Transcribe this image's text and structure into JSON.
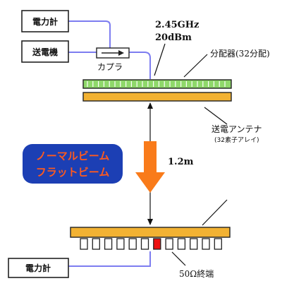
{
  "colors": {
    "cable": "#7d7df0",
    "panel_outline": "#222222",
    "splitter_fill": "#8fd86a",
    "splitter_tick": "#ffffff",
    "antenna_fill": "#f2b233",
    "banner_fill": "#1c3fb4",
    "banner_text": "#ff5a1e",
    "beam_arrow": "#f97b1a",
    "highlight_element": "#ee1111",
    "leader": "#111111"
  },
  "icons": {
    "coupler_arrow": "right-arrow-icon",
    "beam_arrow": "down-arrow-icon"
  },
  "labels": {
    "power_meter_top": "電力計",
    "transmitter": "送電機",
    "coupler": "カプラ",
    "frequency": "2.45GHz",
    "power": "20dBm",
    "splitter": "分配器(32分配)",
    "tx_antenna": "送電アンテナ",
    "tx_antenna_sub": "(32素子アレイ)",
    "beam_mode_1": "ノーマルビーム",
    "beam_mode_2": "フラットビーム",
    "distance": "1.2m",
    "power_meter_bottom": "電力計",
    "termination": "50Ω終端"
  },
  "receiver": {
    "element_count": 12,
    "highlighted_index": 6
  }
}
